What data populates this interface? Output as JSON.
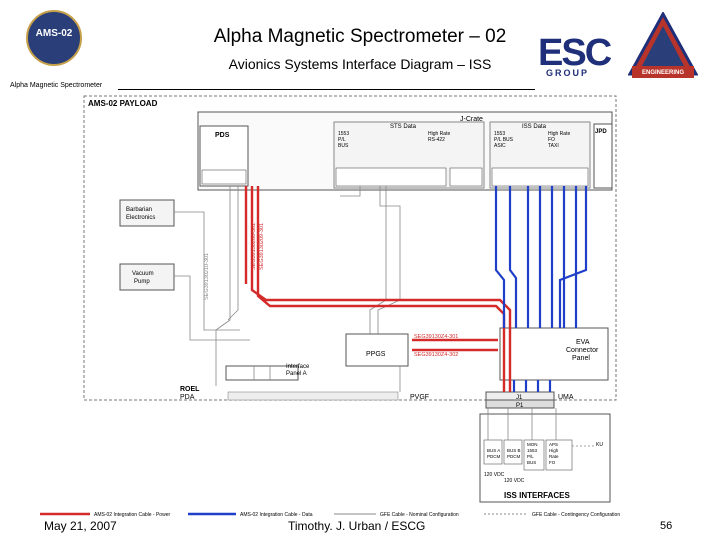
{
  "header": {
    "title": "Alpha Magnetic Spectrometer – 02",
    "subtitle": "Avionics Systems Interface Diagram – ISS",
    "left_label": "Alpha Magnetic Spectrometer",
    "logo_left_text": "AMS-02",
    "logo_right_esc": "ESC",
    "logo_right_group": "GROUP",
    "logo_eng_text": "ENGINEERING"
  },
  "diagram": {
    "payload_label": "AMS-02 PAYLOAD",
    "jcrate_label": "J-Crate",
    "sts_data_label": "STS Data",
    "iss_data_label": "ISS Data",
    "pds_label": "PDS",
    "jpd_label": "JPD",
    "sts_left_labels": [
      "1553",
      "P/L",
      "BUS"
    ],
    "sts_right_labels": [
      "High Rate",
      "RS-422"
    ],
    "iss_left_labels": [
      "1553",
      "P/L BUS",
      "ASIC"
    ],
    "iss_right_labels": [
      "High Rate",
      "FO",
      "TAXI"
    ],
    "barbarian_label": [
      "Barbarian",
      "Electronics"
    ],
    "vacuum_label": [
      "Vacuum",
      "Pump"
    ],
    "ppgs_label": "PPGS",
    "interface_panel_label": [
      "Interface",
      "Panel A"
    ],
    "eva_label": [
      "EVA",
      "Connector",
      "Panel"
    ],
    "roel_label": "ROEL",
    "pda_label": "PDA",
    "pvgf_label": "PVGF",
    "uma_label": "UMA",
    "j1_label": "J1",
    "p1_label": "P1",
    "iss_interfaces_label": "ISS INTERFACES",
    "iss_bus_labels": [
      {
        "lines": [
          "BUS A",
          "PDCM"
        ]
      },
      {
        "lines": [
          "BUS B",
          "PDCM"
        ]
      },
      {
        "lines": [
          "MON",
          "1553",
          "P/L",
          "BUS"
        ]
      },
      {
        "lines": [
          "APS",
          "High",
          "Rate",
          "FO"
        ]
      }
    ],
    "vdc_labels": [
      "120 VDC",
      "120 VDC"
    ],
    "kg_label": "KU",
    "cable_labels": [
      "SEG39130208-301",
      "SEG39130209-301",
      "SEG39130210-301"
    ],
    "eva_cable_labels": [
      "SEG39130Z4-301",
      "SEG39130Z4-302"
    ]
  },
  "legend": {
    "items": [
      {
        "label": "AMS-02 Integration Cable - Power",
        "color": "#d42a2a"
      },
      {
        "label": "AMS-02 Integration Cable - Data",
        "color": "#1f3fc8"
      },
      {
        "label": "GFE Cable - Nominal Configuration",
        "color": "#888888"
      },
      {
        "label": "GFE Cable - Contingency Configuration",
        "color": "#888888"
      }
    ]
  },
  "footer": {
    "date": "May 21, 2007",
    "author": "Timothy. J. Urban / ESCG",
    "page": "56"
  }
}
